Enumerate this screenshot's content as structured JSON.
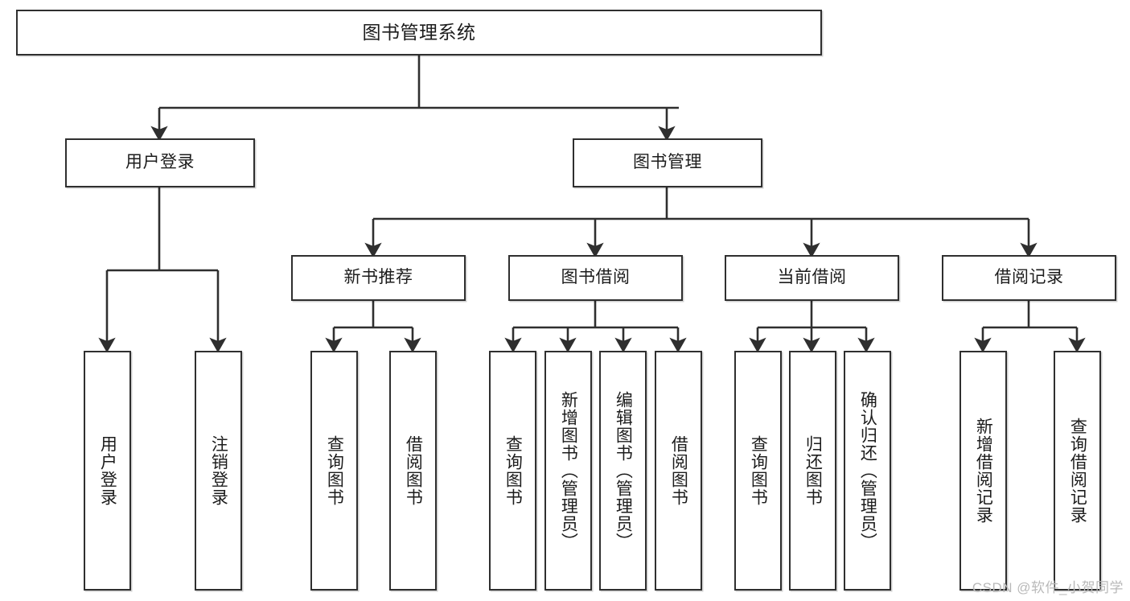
{
  "diagram": {
    "title": "图书管理系统",
    "type": "tree",
    "colors": {
      "node_border": "#2f2f2f",
      "node_fill": "#ffffff",
      "edge": "#2f2f2f",
      "text": "#1c1c1c",
      "watermark": "#b9b9b9",
      "background": "#ffffff"
    },
    "root": {
      "id": "root",
      "label": "图书管理系统",
      "level": 1
    },
    "level2": [
      {
        "id": "user-login",
        "label": "用户登录",
        "level": 2
      },
      {
        "id": "book-manage",
        "label": "图书管理",
        "level": 2
      }
    ],
    "level3": [
      {
        "id": "new-book-recommend",
        "label": "新书推荐",
        "level": 3
      },
      {
        "id": "book-borrow",
        "label": "图书借阅",
        "level": 3
      },
      {
        "id": "current-borrow",
        "label": "当前借阅",
        "level": 3
      },
      {
        "id": "borrow-record",
        "label": "借阅记录",
        "level": 3
      }
    ],
    "leaves": {
      "user-login": [
        {
          "id": "leaf-user-login",
          "label": "用户登录"
        },
        {
          "id": "leaf-user-logout",
          "label": "注销登录"
        }
      ],
      "new-book-recommend": [
        {
          "id": "leaf-query-book-1",
          "label": "查询图书"
        },
        {
          "id": "leaf-borrow-book-1",
          "label": "借阅图书"
        }
      ],
      "book-borrow": [
        {
          "id": "leaf-query-book-2",
          "label": "查询图书"
        },
        {
          "id": "leaf-add-book",
          "label": "新增图书（管理员）"
        },
        {
          "id": "leaf-edit-book",
          "label": "编辑图书（管理员）"
        },
        {
          "id": "leaf-borrow-book-2",
          "label": "借阅图书"
        }
      ],
      "current-borrow": [
        {
          "id": "leaf-query-book-3",
          "label": "查询图书"
        },
        {
          "id": "leaf-return-book",
          "label": "归还图书"
        },
        {
          "id": "leaf-confirm-return",
          "label": "确认归还（管理员）"
        }
      ],
      "borrow-record": [
        {
          "id": "leaf-add-record",
          "label": "新增借阅记录"
        },
        {
          "id": "leaf-query-record",
          "label": "查询借阅记录"
        }
      ]
    }
  },
  "watermark": {
    "text": "CSDN @软件_小贺同学"
  }
}
